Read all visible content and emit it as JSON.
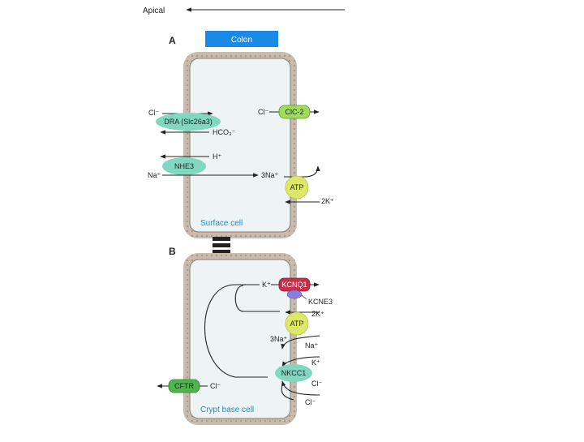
{
  "header": {
    "apical_label": "Apical"
  },
  "tissue_label": "Colon",
  "panel_a": {
    "letter": "A",
    "cell_label": "Surface cell",
    "ions": {
      "cl_left": "Cl⁻",
      "hco3": "HCO₃⁻",
      "h": "H⁺",
      "na_left": "Na⁺",
      "cl_right": "Cl⁻",
      "na3": "3Na⁺",
      "k2": "2K⁺"
    },
    "transporters": {
      "dra": "DRA (Slc26a3)",
      "nhe3": "NHE3",
      "clc2": "ClC-2",
      "atp": "ATP"
    }
  },
  "panel_b": {
    "letter": "B",
    "cell_label": "Crypt base cell",
    "ions": {
      "k_top": "K⁺",
      "k2": "2K⁺",
      "na3": "3Na⁺",
      "na": "Na⁺",
      "k": "K⁺",
      "cl_left": "Cl⁻",
      "cl_right": "Cl⁻",
      "cl_bottom": "Cl⁻"
    },
    "transporters": {
      "kcnq1": "KCNQ1",
      "kcne3": "KCNE3",
      "atp": "ATP",
      "nkcc1": "NKCC1",
      "cftr": "CFTR"
    }
  },
  "colors": {
    "colon_box": "#1a8ae6",
    "dra_nhe": "#7fd8bf",
    "clc2": "#9fdc5a",
    "atp": "#dde86a",
    "kcnq1": "#c8304a",
    "kcne3": "#8a7fe0",
    "nkcc1": "#7fd8bf",
    "cftr": "#4cb84c",
    "membrane": "#b9aa9a",
    "cell_label": "#1e88c8"
  }
}
